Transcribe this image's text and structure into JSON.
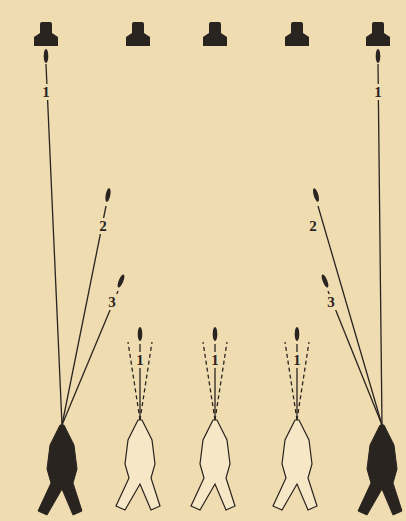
{
  "diagram": {
    "labels": [
      "1",
      "1",
      "2",
      "2",
      "3",
      "3",
      "1",
      "1",
      "1"
    ]
  }
}
